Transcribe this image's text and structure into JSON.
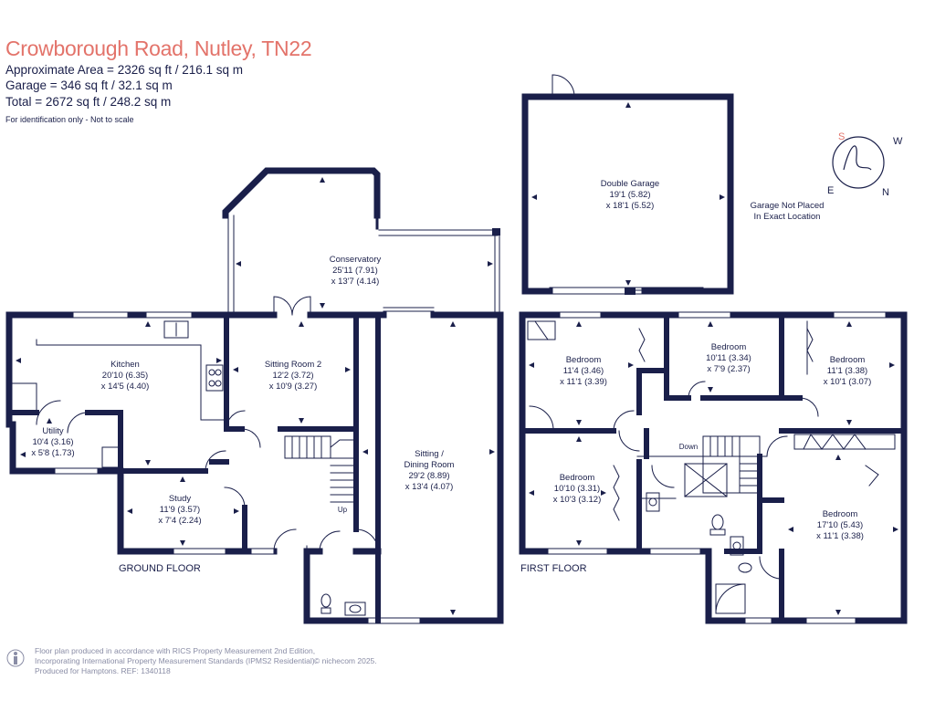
{
  "header": {
    "title": "Crowborough Road, Nutley, TN22",
    "area_main": "Approximate Area = 2326 sq ft / 216.1 sq m",
    "area_garage": "Garage = 346 sq ft / 32.1 sq m",
    "area_total": "Total = 2672 sq ft / 248.2 sq m",
    "disclaimer": "For identification only - Not to scale"
  },
  "colors": {
    "wall": "#1a1f4a",
    "accent": "#e3736a",
    "muted": "#8a8da6"
  },
  "compass": {
    "letters": [
      "S",
      "W",
      "E",
      "N"
    ]
  },
  "garage": {
    "name": "Double Garage",
    "dims_line1": "19'1 (5.82)",
    "dims_line2": "x 18'1 (5.52)",
    "note_line1": "Garage Not Placed",
    "note_line2": "In Exact Location"
  },
  "ground_floor": {
    "label": "GROUND FLOOR",
    "up_label": "Up",
    "rooms": {
      "conservatory": {
        "name": "Conservatory",
        "dims1": "25'11 (7.91)",
        "dims2": "x 13'7 (4.14)"
      },
      "kitchen": {
        "name": "Kitchen",
        "dims1": "20'10 (6.35)",
        "dims2": "x 14'5 (4.40)"
      },
      "sitting2": {
        "name": "Sitting Room 2",
        "dims1": "12'2 (3.72)",
        "dims2": "x 10'9 (3.27)"
      },
      "utility": {
        "name": "Utility",
        "dims1": "10'4 (3.16)",
        "dims2": "x 5'8 (1.73)"
      },
      "study": {
        "name": "Study",
        "dims1": "11'9 (3.57)",
        "dims2": "x 7'4 (2.24)"
      },
      "sitting_dining": {
        "name1": "Sitting /",
        "name2": "Dining Room",
        "dims1": "29'2 (8.89)",
        "dims2": "x 13'4 (4.07)"
      }
    }
  },
  "first_floor": {
    "label": "FIRST FLOOR",
    "down_label": "Down",
    "rooms": {
      "bed1": {
        "name": "Bedroom",
        "dims1": "11'4 (3.46)",
        "dims2": "x 11'1 (3.39)"
      },
      "bed2": {
        "name": "Bedroom",
        "dims1": "10'11 (3.34)",
        "dims2": "x 7'9 (2.37)"
      },
      "bed3": {
        "name": "Bedroom",
        "dims1": "11'1 (3.38)",
        "dims2": "x 10'1 (3.07)"
      },
      "bed4": {
        "name": "Bedroom",
        "dims1": "10'10 (3.31)",
        "dims2": "x 10'3 (3.12)"
      },
      "bed5": {
        "name": "Bedroom",
        "dims1": "17'10 (5.43)",
        "dims2": "x 11'1 (3.38)"
      }
    }
  },
  "footer": {
    "line1": "Floor plan produced in accordance with RICS Property Measurement 2nd Edition,",
    "line2": "Incorporating International Property Measurement Standards (IPMS2 Residential).",
    "line3": "Produced for Hamptons.  REF: 1340118",
    "copyright": "© nichecom 2025."
  }
}
